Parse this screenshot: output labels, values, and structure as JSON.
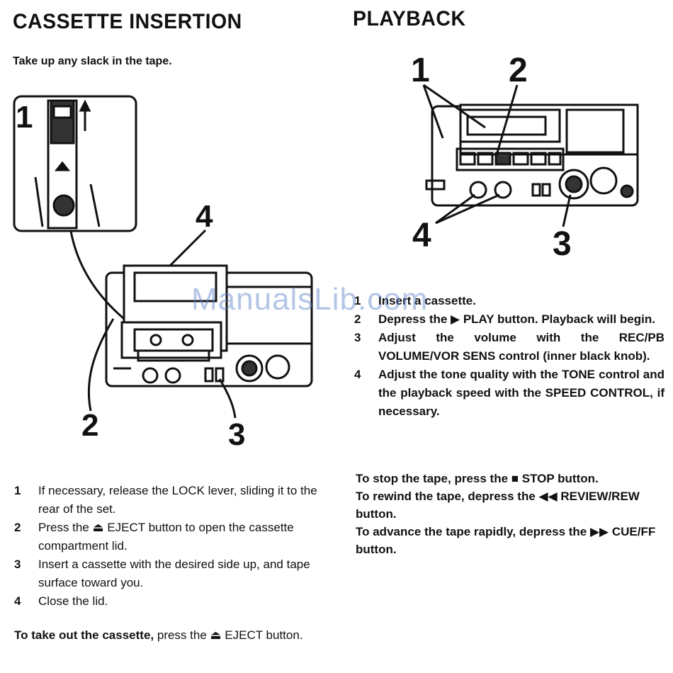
{
  "left": {
    "title": "CASSETTE INSERTION",
    "intro": "Take up any slack in the tape.",
    "figure_labels": [
      "1",
      "2",
      "3",
      "4"
    ],
    "steps": [
      {
        "num": "1",
        "text": "If necessary, release the LOCK lever, sliding it to the rear of the set."
      },
      {
        "num": "2",
        "text": "Press the ⏏ EJECT button to open the cassette compartment lid."
      },
      {
        "num": "3",
        "text": "Insert a cassette with the desired side up, and tape surface toward you."
      },
      {
        "num": "4",
        "text": "Close the lid."
      }
    ],
    "note_lead": "To take out the cassette,",
    "note_rest": " press the ⏏ EJECT button."
  },
  "right": {
    "title": "PLAYBACK",
    "figure_labels": [
      "1",
      "2",
      "3",
      "4"
    ],
    "steps": [
      {
        "num": "1",
        "text": "Insert a cassette."
      },
      {
        "num": "2",
        "text": "Depress the ▶ PLAY button. Playback will begin."
      },
      {
        "num": "3",
        "text": "Adjust the volume with the REC/PB VOLUME/VOR SENS control (inner black knob)."
      },
      {
        "num": "4",
        "text": "Adjust the tone quality with the TONE control and the playback speed with the SPEED CONTROL, if necessary."
      }
    ],
    "stop": "To stop the tape, press the ■ STOP button.",
    "rewind": "To rewind the tape, depress the ◀◀ REVIEW/REW button.",
    "advance": "To advance the tape rapidly, depress the ▶▶ CUE/FF button."
  },
  "watermark": "ManualsLib.com"
}
